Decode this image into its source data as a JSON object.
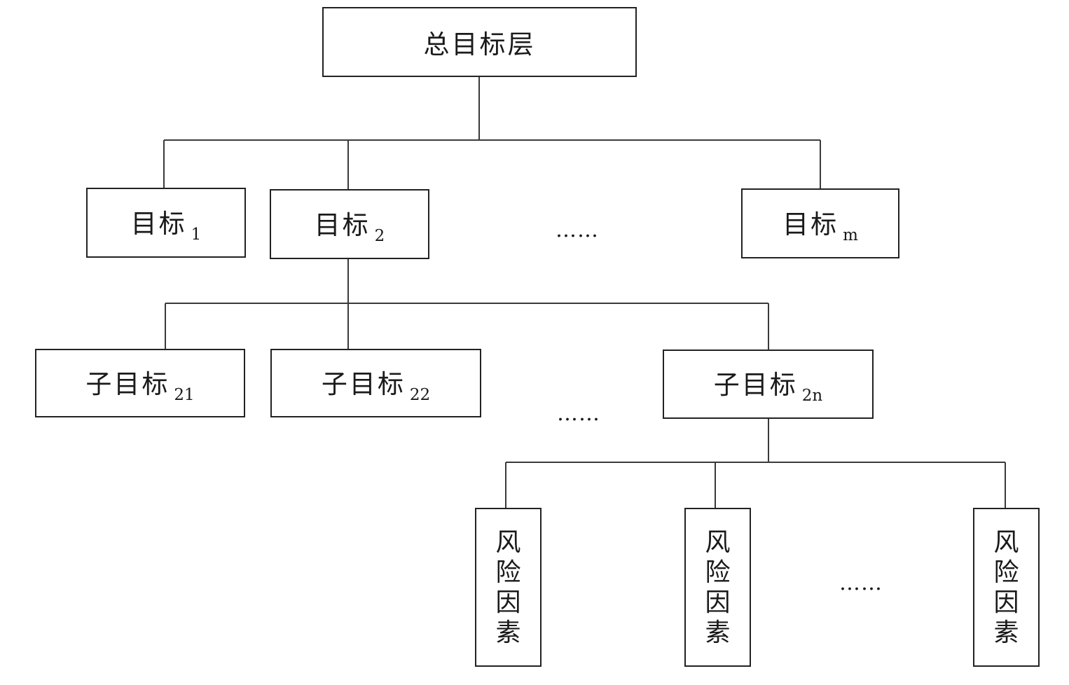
{
  "root": {
    "label": "总目标层"
  },
  "goals": [
    {
      "label": "目标",
      "sub": "1"
    },
    {
      "label": "目标",
      "sub": "2"
    },
    {
      "label": "目标",
      "sub": "m"
    }
  ],
  "subgoals": [
    {
      "label": "子目标",
      "sub": "21"
    },
    {
      "label": "子目标",
      "sub": "22"
    },
    {
      "label": "子目标",
      "sub": "2n"
    }
  ],
  "risks": [
    {
      "label": "风险因素"
    },
    {
      "label": "风险因素"
    },
    {
      "label": "风险因素"
    }
  ],
  "ellipsis": "……",
  "colors": {
    "line": "#3a3a3a",
    "border": "#222222",
    "text": "#1a1a1a"
  }
}
